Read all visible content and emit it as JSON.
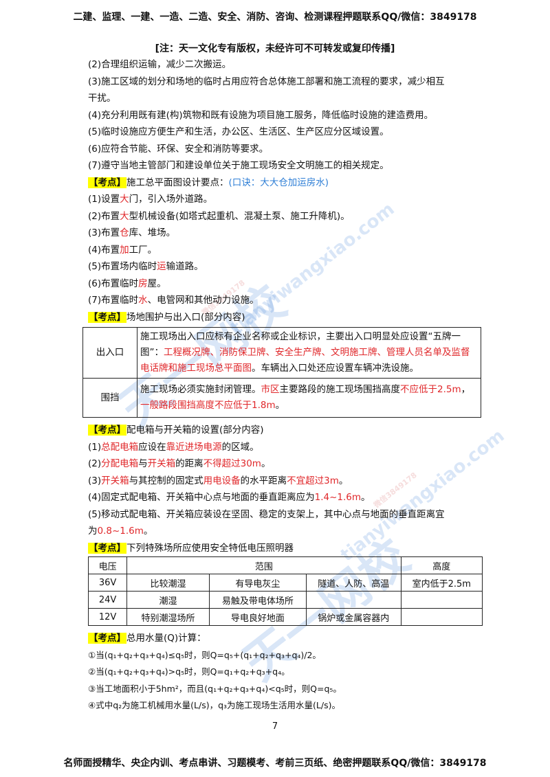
{
  "header": "二建、监理、一建、一造、二造、安全、消防、咨询、检测课程押题联系QQ/微信：3849178",
  "notice": "[注：天一文化专有版权，未经许可不可转发或复印传播]",
  "section1": {
    "items": [
      "(2)合理组织运输，减少二次搬运。",
      "(3)施工区域的划分和场地的临时占用应符合总体施工部署和施工流程的要求，减少相互",
      "干扰。",
      "(4)充分利用既有建(构)筑物和既有设施为项目施工服务，降低临时设施的建造费用。",
      "(5)临时设施应方便生产和生活，办公区、生活区、生产区应分区域设置。",
      "(6)应符合节能、环保、安全和消防等要求。",
      "(7)遵守当地主管部门和建设单位关于施工现场安全文明施工的相关规定。"
    ]
  },
  "kd1": {
    "tag": "【考点】",
    "title": "施工总平面图设计要点：",
    "mnemonic": "(口诀：大大仓加运房水)",
    "items": [
      {
        "pre": "(1)设置",
        "hl": "大",
        "post": "门，引入场外道路。"
      },
      {
        "pre": "(2)布置",
        "hl": "大",
        "post": "型机械设备(如塔式起重机、混凝土泵、施工升降机)。"
      },
      {
        "pre": "(3)布置",
        "hl": "仓",
        "post": "库、堆场。"
      },
      {
        "pre": "(4)布置",
        "hl": "加",
        "post": "工厂。"
      },
      {
        "pre": "(5)布置场内临时",
        "hl": "运",
        "post": "输道路。"
      },
      {
        "pre": "(6)布置临时",
        "hl": "房",
        "post": "屋。"
      },
      {
        "pre": "(7)布置临时",
        "hl": "水",
        "post": "、电管网和其他动力设施。"
      }
    ]
  },
  "kd2": {
    "tag": "【考点】",
    "title": "场地围护与出入口(部分内容)",
    "rows": [
      {
        "label": "出入口",
        "t1": "施工现场出入口应标有企业名称或企业标识，主要出入口明显处应设置“五牌一图”：",
        "r1": "工程概况牌、消防保卫牌、安全生产牌、文明施工牌、管理人员名单及监督电话牌和施工现场总平面图",
        "t2": "。车辆出入口处还应设置车辆冲洗设施。"
      },
      {
        "label": "围挡",
        "t1": "施工现场必须实施封闭管理。",
        "r1": "市区",
        "t2": "主要路段的施工现场围挡高度",
        "r2": "不应低于2.5m",
        "t3": "，",
        "r3": "一般路段围挡高度不应低于1.8m",
        "t4": "。"
      }
    ]
  },
  "kd3": {
    "tag": "【考点】",
    "title": "配电箱与开关箱的设置(部分内容)",
    "l1": {
      "a": "(1)",
      "r1": "总配电箱",
      "b": "应设在",
      "r2": "靠近进场电源",
      "c": "的区域。"
    },
    "l2": {
      "a": "(2)",
      "r1": "分配电箱",
      "b": "与",
      "r2": "开关箱",
      "c": "的距离",
      "r3": "不得超过30m",
      "d": "。"
    },
    "l3": {
      "a": "(3)",
      "r1": "开关箱",
      "b": "与其控制的固定式",
      "r2": "用电设备",
      "c": "的水平距离",
      "r3": "不宜超过3m",
      "d": "。"
    },
    "l4": {
      "a": "(4)固定式配电箱、开关箱中心点与地面的垂直距离应为",
      "r1": "1.4~1.6m",
      "b": "。"
    },
    "l5a": "(5)移动式配电箱、开关箱应装设在坚固、稳定的支架上，其中心点与地面的垂直距离宜",
    "l5b": {
      "a": "为",
      "r1": "0.8~1.6m",
      "b": "。"
    }
  },
  "kd4": {
    "tag": "【考点】",
    "title": "下列特殊场所应使用安全特低电压照明器",
    "head": [
      "电压",
      "范围",
      "高度"
    ],
    "rows": [
      [
        "36V",
        "比较潮湿",
        "有导电灰尘",
        "隧道、人防、高温",
        "室内低于2.5m"
      ],
      [
        "24V",
        "潮湿",
        "易触及带电体场所",
        "",
        ""
      ],
      [
        "12V",
        "特别潮湿场所",
        "导电良好地面",
        "锅炉或金属容器内",
        ""
      ]
    ]
  },
  "kd5": {
    "tag": "【考点】",
    "title": "总用水量(Q)计算：",
    "f1": "①当(q₁+q₂+q₃+q₄)≤q₅时，则Q=q₅+(q₁+q₂+q₃+q₄)/2。",
    "f2": "②当(q₁+q₂+q₃+q₄)>q₅时，则Q=q₁+q₂+q₃+q₄。",
    "f3": "③当工地面积小于5hm²，而且(q₁+q₂+q₃+q₄)<q₅时，则Q=q₅。",
    "f4": "④式中q₂为施工机械用水量(L/s)，q₃为施工现场生活用水量(L/s)。"
  },
  "page_number": "7",
  "footer": "名师面授精华、央企内训、考点串讲、习题模考、考前三页纸、绝密押题联系QQ/微信：3849178",
  "watermarks": [
    "天一网校",
    "tianyiwangxiao.com",
    "天一网校",
    "tianyiwangxiao.com",
    "微信3849178",
    "微信3849178"
  ]
}
